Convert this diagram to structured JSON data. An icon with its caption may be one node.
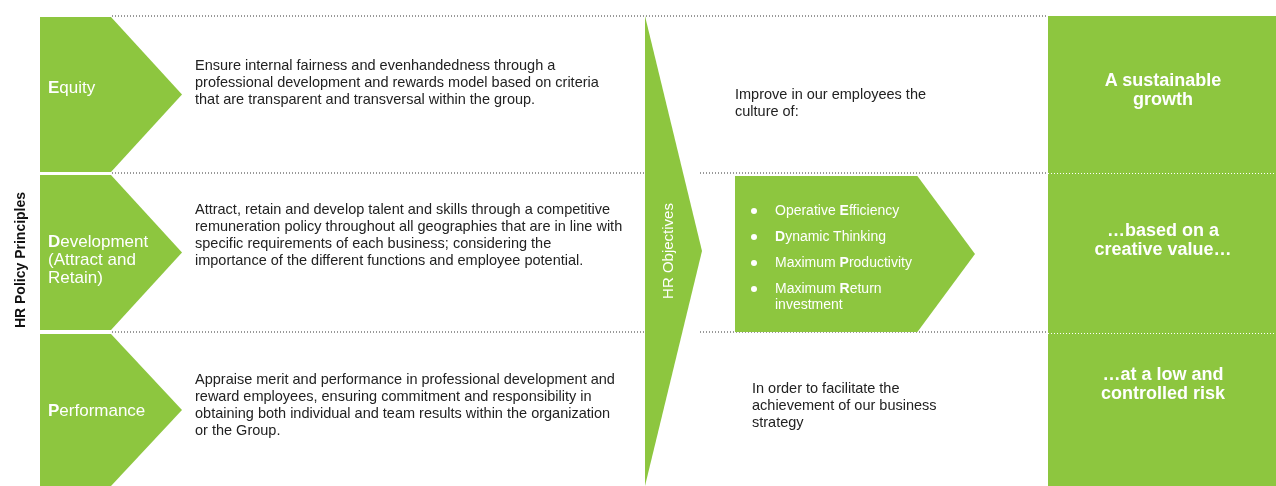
{
  "diagram": {
    "nodes": [
      {
        "text": [
          "**E**quity"
        ],
        "beside": [
          "Ensure internal fairness and evenhandedness through a professional development and rewards model based on criteria that are transparent and transversal within the group."
        ]
      },
      {
        "text": [
          "**D**evelopment (Attract and Retain)"
        ],
        "beside": [
          "Attract, retain and develop talent and skills through a competitive remuneration policy throughout all geographies that are in line with specific requirements of each business; considering the importance of the different functions and employee potential."
        ]
      },
      {
        "text": [
          "**P**erformance"
        ],
        "beside": [
          "Appraise merit and performance in professional development and reward employees, ensuring commitment and responsibility in obtaining both individual and  team results within the organization or the Group."
        ]
      },
      {
        "text": [
          "HR Objectives"
        ]
      },
      {
        "text": [
          "Operative **E**fficiency",
          "**D**ynamic Thinking",
          "Maximum **P**roductivity",
          "Maximum **R**eturn investment"
        ]
      },
      {
        "text": [
          "A sustainable growth"
        ]
      },
      {
        "text": [
          "…based on a creative value…"
        ]
      },
      {
        "text": [
          "…at a low and controlled risk"
        ]
      }
    ],
    "edges": [],
    "labels": [
      "HR Policy Principles",
      "Improve in our employees the culture of:",
      "In order to facilitate the achievement of our business strategy"
    ]
  }
}
